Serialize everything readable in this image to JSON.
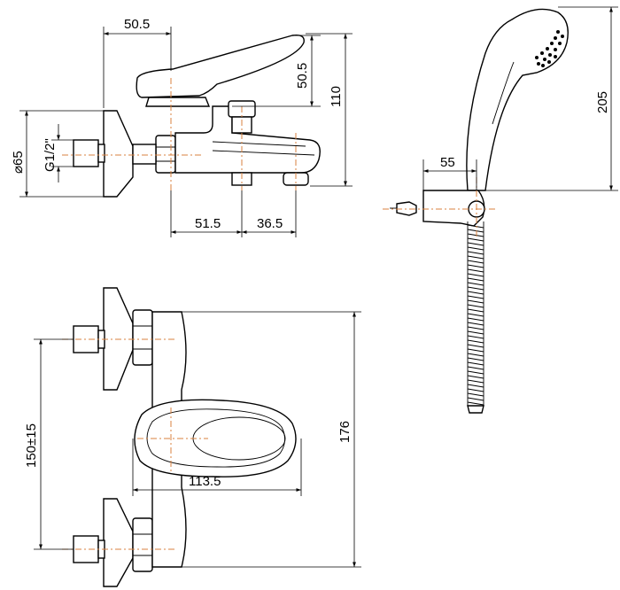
{
  "dimensions": {
    "side_lever_offset": "50.5",
    "side_lever_height": "50.5",
    "side_total_height": "110",
    "flange_diameter": "⌀65",
    "thread": "G1/2\"",
    "outlet_spacing_a": "51.5",
    "outlet_spacing_b": "36.5",
    "shower_length": "205",
    "shower_holder_offset": "55",
    "inlet_spacing": "150±15",
    "body_length": "176",
    "body_depth": "113.5"
  },
  "colors": {
    "line": "#000000",
    "centerline": "#d9823f",
    "background": "#ffffff"
  }
}
